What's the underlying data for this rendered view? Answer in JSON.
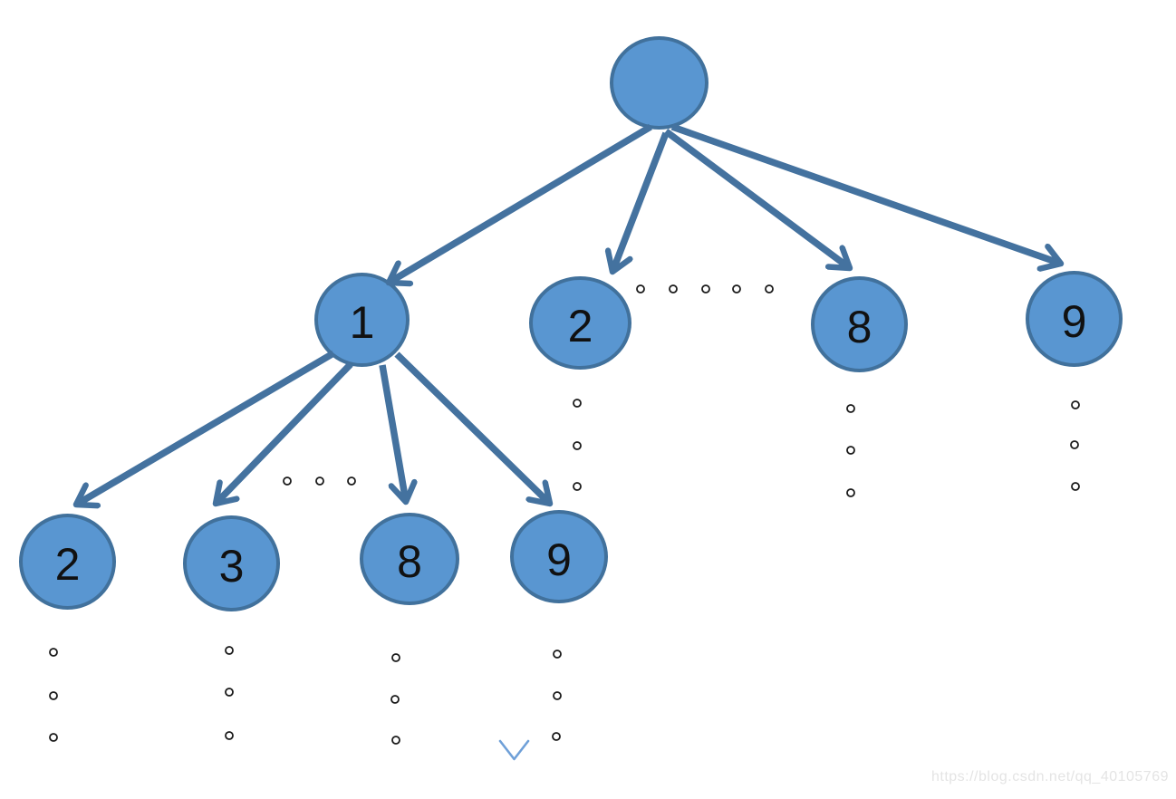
{
  "tree": {
    "root": {
      "label": ""
    },
    "level2": [
      {
        "label": "1"
      },
      {
        "label": "2"
      },
      {
        "label": "8"
      },
      {
        "label": "9"
      }
    ],
    "level3_children_of_1": [
      {
        "label": "2"
      },
      {
        "label": "3"
      },
      {
        "label": "8"
      },
      {
        "label": "9"
      }
    ]
  },
  "ellipsis": {
    "glyph": "o",
    "meaning": "omitted sibling / descendant nodes"
  },
  "watermark": {
    "text": "https://blog.csdn.net/qq_40105769"
  },
  "colors": {
    "node_fill": "#5996D1",
    "node_border": "#41719C",
    "arrow": "#44729F",
    "chevron": "#6FA0D8",
    "watermark_text": "#E4E4E4",
    "node_label": "#111111"
  }
}
